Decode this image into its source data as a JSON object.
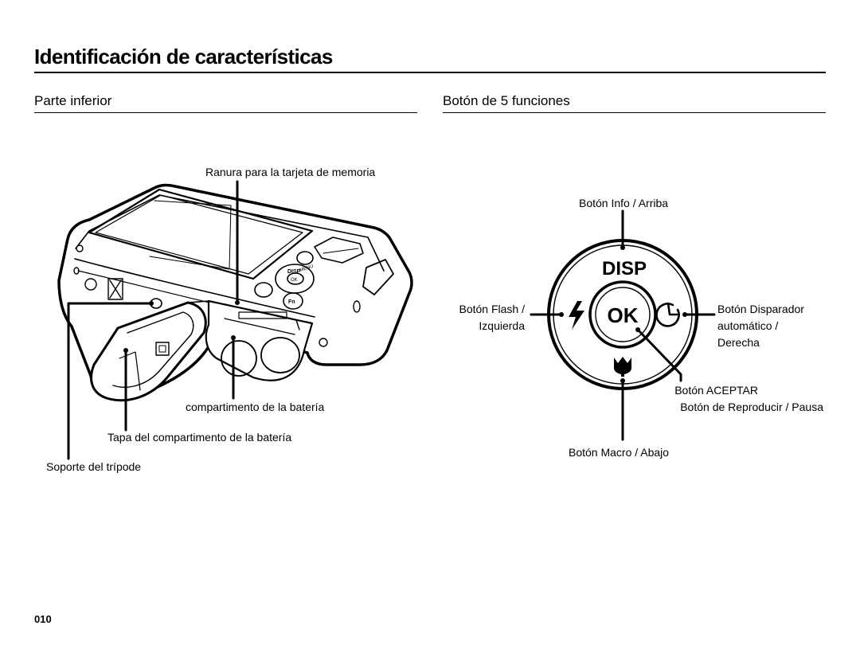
{
  "header": {
    "title": "Identificación de características"
  },
  "left_section": {
    "title": "Parte inferior",
    "labels": {
      "memory_slot": "Ranura para la tarjeta de memoria",
      "battery_compartment": "compartimento de la batería",
      "battery_cover": "Tapa del compartimento de la batería",
      "tripod_mount": "Soporte del trípode"
    }
  },
  "right_section": {
    "title": "Botón de 5 funciones",
    "labels": {
      "info_up": "Botón Info / Arriba",
      "flash_left_1": "Botón Flash /",
      "flash_left_2": "Izquierda",
      "timer_right_1": "Botón Disparador",
      "timer_right_2": "automático /",
      "timer_right_3": "Derecha",
      "ok_1": "Botón ACEPTAR",
      "ok_2": "Botón de Reproducir / Pausa",
      "macro_down": "Botón Macro / Abajo"
    },
    "button_text": {
      "disp": "DISP",
      "ok": "OK"
    }
  },
  "camera_marks": {
    "menu": "MENU",
    "disp": "DISP",
    "ok": "OK",
    "fn": "Fn"
  },
  "footer": {
    "page_number": "010"
  }
}
